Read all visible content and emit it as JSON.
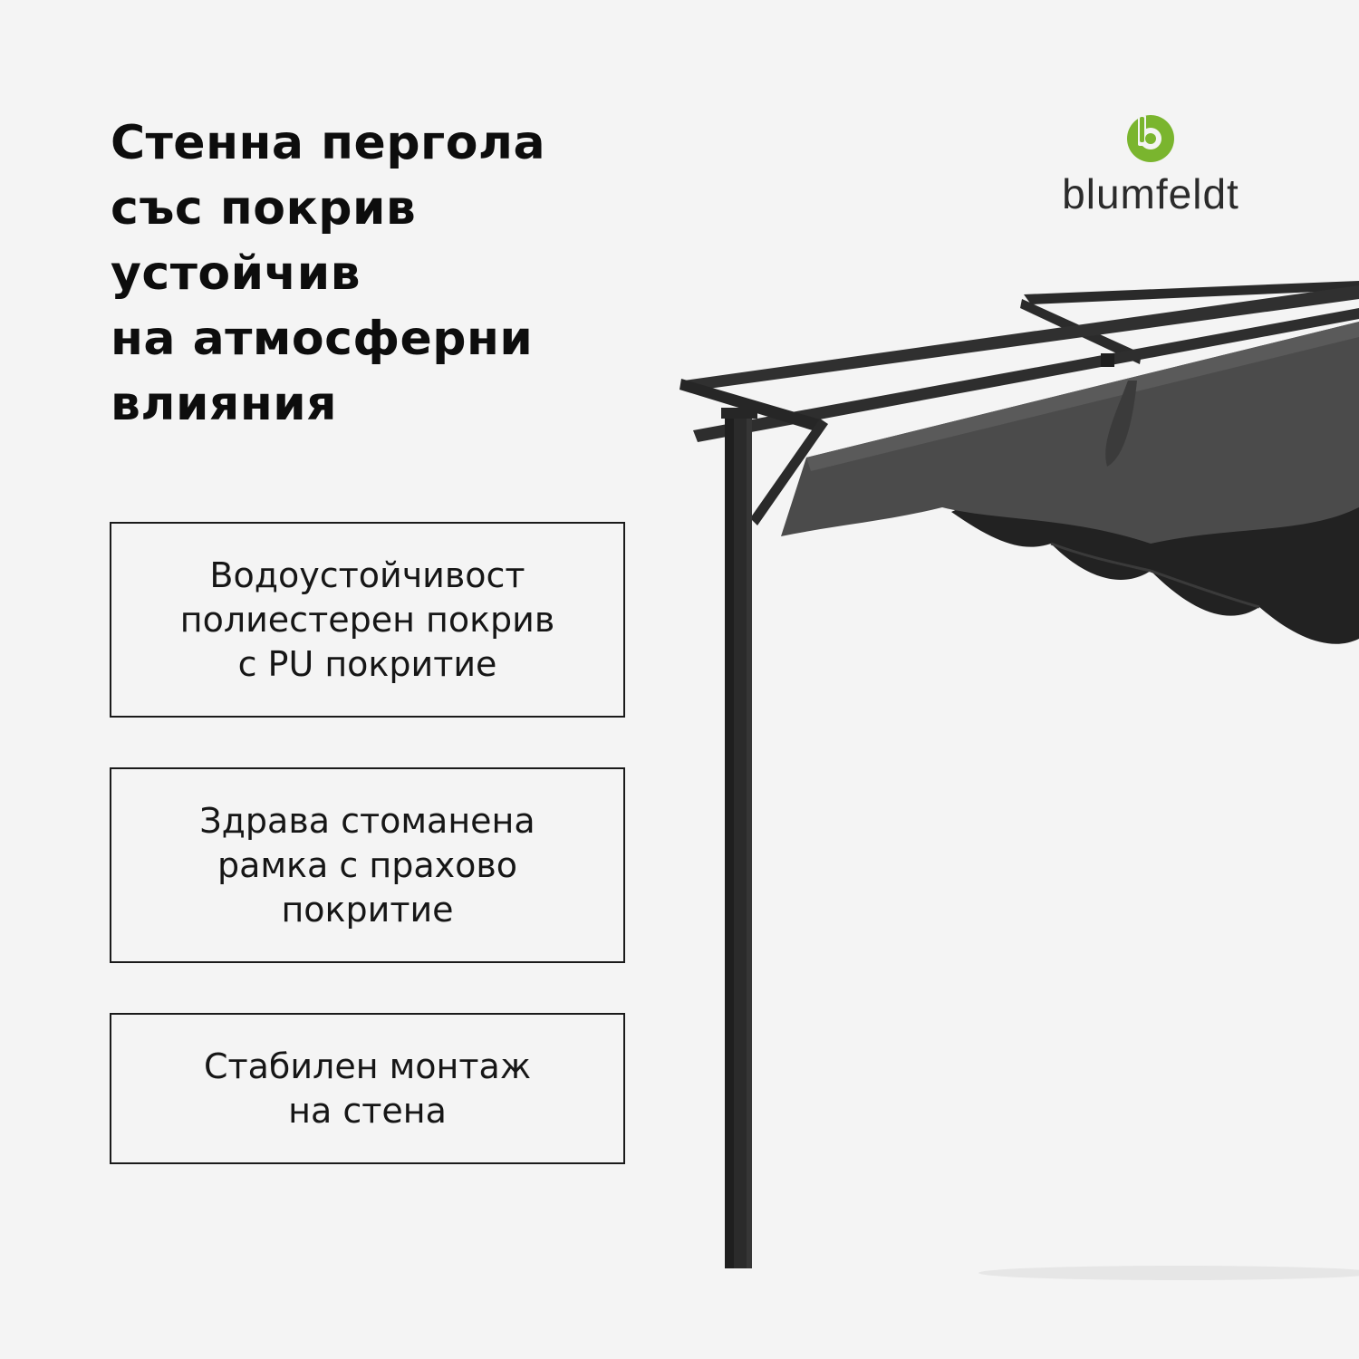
{
  "headline": {
    "lines": [
      "Стенна пергола",
      "със покрив",
      "устойчив",
      "на атмосферни",
      "влияния"
    ]
  },
  "features": [
    {
      "lines": [
        "Водоустойчивост",
        "полиестерен покрив",
        "с PU покритие"
      ]
    },
    {
      "lines": [
        "Здрава стоманена",
        "рамка с прахово",
        "покритие"
      ]
    },
    {
      "lines": [
        "Стабилен монтаж",
        "на стена"
      ]
    }
  ],
  "brand": {
    "name": "blumfeldt",
    "icon": "blumfeldt-logo-icon",
    "accent_color": "#7ab52e"
  },
  "product_image": {
    "icon": "pergola-illustration",
    "frame_color": "#2a2a2a",
    "canopy_color": "#4a4a4a"
  },
  "colors": {
    "background": "#f4f4f4",
    "text": "#111111",
    "border": "#1a1a1a"
  }
}
